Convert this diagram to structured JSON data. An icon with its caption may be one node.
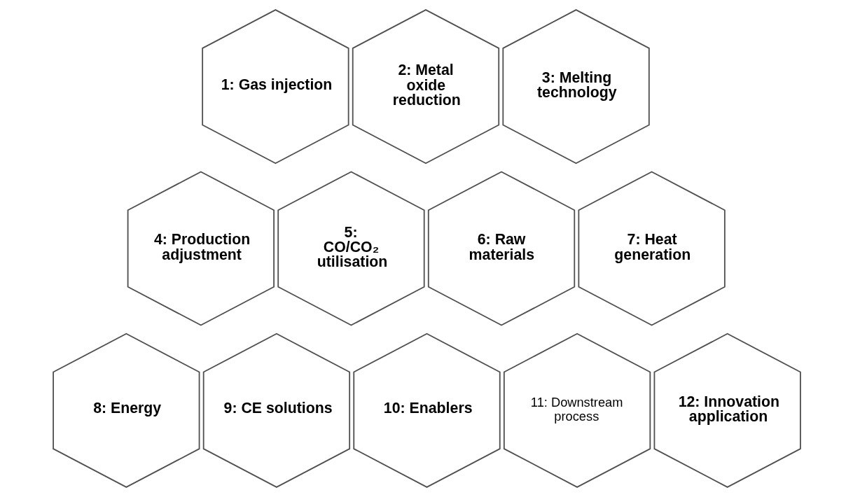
{
  "diagram": {
    "nodes": [
      {
        "text": [
          "1: Gas injection"
        ]
      },
      {
        "text": [
          "2: Metal oxide reduction"
        ]
      },
      {
        "text": [
          "3: Melting technology"
        ]
      },
      {
        "text": [
          "4: Production adjustment"
        ]
      },
      {
        "text": [
          "5: CO/CO₂ utilisation"
        ]
      },
      {
        "text": [
          "6: Raw materials"
        ]
      },
      {
        "text": [
          "7: Heat generation"
        ]
      },
      {
        "text": [
          "8: Energy"
        ]
      },
      {
        "text": [
          "9: CE solutions"
        ]
      },
      {
        "text": [
          "10: Enablers"
        ]
      },
      {
        "text": [
          "11: Downstream process"
        ]
      },
      {
        "text": [
          "12: Innovation application"
        ]
      }
    ]
  }
}
